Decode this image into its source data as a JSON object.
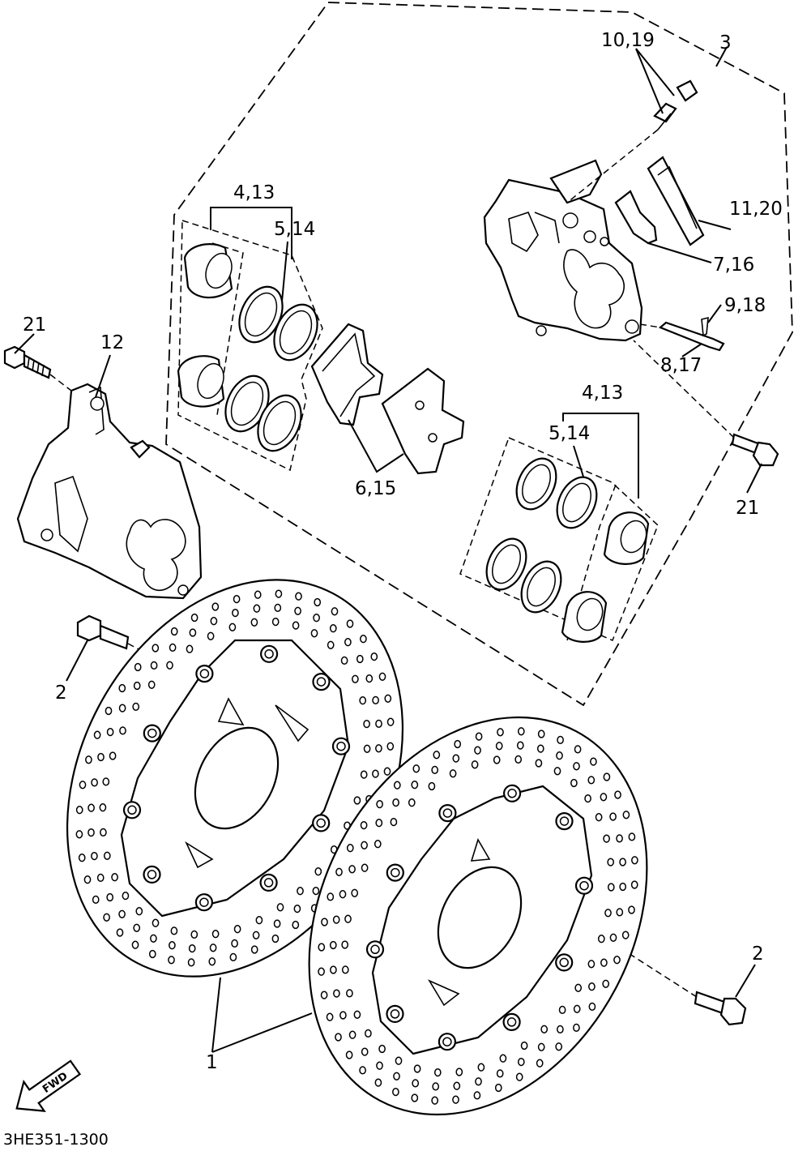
{
  "diagram": {
    "drawing_code": "3HE351-1300",
    "fwd_arrow_text": "FWD",
    "callouts": {
      "c1": "1",
      "c2_left": "2",
      "c2_right": "2",
      "c3": "3",
      "c4_13_top": "4,13",
      "c4_13_bottom": "4,13",
      "c5_14_top": "5,14",
      "c5_14_bottom": "5,14",
      "c6_15": "6,15",
      "c7_16": "7,16",
      "c8_17": "8,17",
      "c9_18": "9,18",
      "c10_19": "10,19",
      "c11_20": "11,20",
      "c12": "12",
      "c21_left": "21",
      "c21_right": "21"
    }
  }
}
